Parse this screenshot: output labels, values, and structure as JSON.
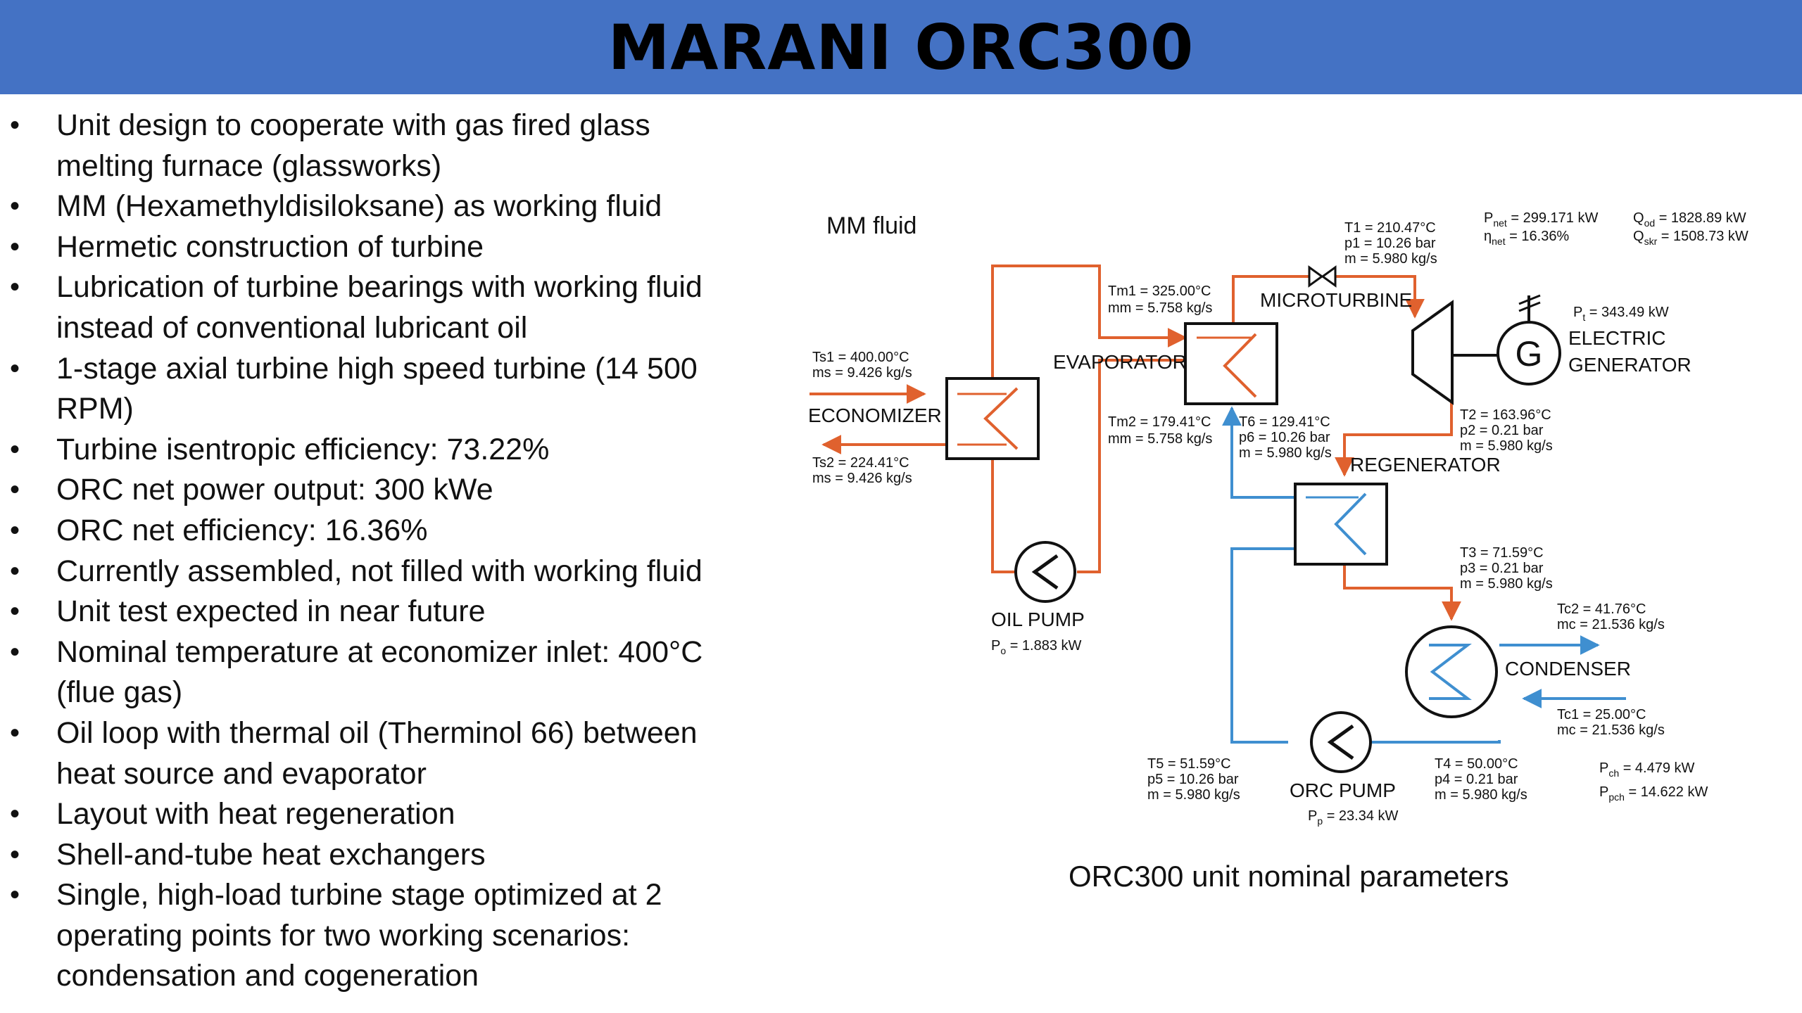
{
  "title": "MARANI ORC300",
  "bullets": [
    {
      "text": "Unit design to cooperate with gas fired  glass melting furnace (glassworks)"
    },
    {
      "text": "MM (Hexamethyldisiloksane) as working fluid"
    },
    {
      "text": "Hermetic construction of turbine"
    },
    {
      "text": "Lubrication of turbine bearings with working fluid instead of conventional lubricant oil"
    },
    {
      "text": "1-stage axial turbine high speed turbine (14 500 RPM)"
    },
    {
      "text": "Turbine isentropic efficiency: 73.22%"
    },
    {
      "text": "ORC net power output: 300 kWe"
    },
    {
      "text": "ORC net efficiency: 16.36%"
    },
    {
      "text": "Currently assembled, not filled with working fluid"
    },
    {
      "text": "Unit test expected in near future"
    },
    {
      "text": "Nominal temperature at economizer inlet: 400°C (flue gas)"
    },
    {
      "text": "Oil loop with thermal oil (Therminol 66) between heat source and evaporator"
    },
    {
      "text": "Layout with heat regeneration"
    },
    {
      "text": "Shell-and-tube heat exchangers"
    },
    {
      "text": "Single, high-load turbine stage optimized at 2 operating points for two working scenarios: condensation and cogeneration"
    }
  ],
  "diagram": {
    "fluid_label": "MM fluid",
    "components": {
      "economizer": "ECONOMIZER",
      "evaporator": "EVAPORATOR",
      "microturbine": "MICROTURBINE",
      "generator_symbol": "G",
      "generator_line1": "ELECTRIC",
      "generator_line2": "GENERATOR",
      "regenerator": "REGENERATOR",
      "condenser": "CONDENSER",
      "oil_pump": "OIL PUMP",
      "orc_pump": "ORC PUMP"
    },
    "state_labels": {
      "ts1": [
        "Ts1 = 400.00°C",
        "ms = 9.426 kg/s"
      ],
      "ts2": [
        "Ts2 = 224.41°C",
        "ms = 9.426 kg/s"
      ],
      "tm1": [
        "Tm1 = 325.00°C",
        "mm = 5.758 kg/s"
      ],
      "tm2": [
        "Tm2 = 179.41°C",
        "mm = 5.758 kg/s"
      ],
      "t1": [
        "T1 = 210.47°C",
        "p1 = 10.26 bar",
        "m = 5.980 kg/s"
      ],
      "t2": [
        "T2 = 163.96°C",
        "p2 = 0.21 bar",
        "m = 5.980 kg/s"
      ],
      "t3": [
        "T3 = 71.59°C",
        "p3 = 0.21 bar",
        "m = 5.980 kg/s"
      ],
      "t4": [
        "T4 = 50.00°C",
        "p4 = 0.21 bar",
        "m = 5.980 kg/s"
      ],
      "t5": [
        "T5 = 51.59°C",
        "p5 = 10.26 bar",
        "m = 5.980 kg/s"
      ],
      "t6": [
        "T6 = 129.41°C",
        "p6 = 10.26 bar",
        "m = 5.980 kg/s"
      ],
      "tc2": [
        "Tc2 = 41.76°C",
        "mc = 21.536 kg/s"
      ],
      "tc1": [
        "Tc1 = 25.00°C",
        "mc = 21.536 kg/s"
      ]
    },
    "power_labels": {
      "pnet": {
        "sym": "P",
        "sub": "net",
        "val": " = 299.171 kW"
      },
      "eta_net": {
        "sym": "η",
        "sub": "net",
        "val": " = 16.36%"
      },
      "qod": {
        "sym": "Q",
        "sub": "od",
        "val": " = 1828.89 kW"
      },
      "qskr": {
        "sym": "Q",
        "sub": "skr",
        "val": " = 1508.73 kW"
      },
      "pt": {
        "sym": "P",
        "sub": "t",
        "val": " = 343.49 kW"
      },
      "po": {
        "sym": "P",
        "sub": "o",
        "val": " = 1.883 kW"
      },
      "pp": {
        "sym": "P",
        "sub": "p",
        "val": " = 23.34 kW"
      },
      "pch": {
        "sym": "P",
        "sub": "ch",
        "val": " = 4.479 kW"
      },
      "ppch": {
        "sym": "P",
        "sub": "pch",
        "val": " = 14.622 kW"
      }
    },
    "colors": {
      "hot": "#e0612e",
      "cold": "#3f8fd0",
      "outline": "#111111"
    }
  },
  "caption": "ORC300 unit nominal parameters"
}
